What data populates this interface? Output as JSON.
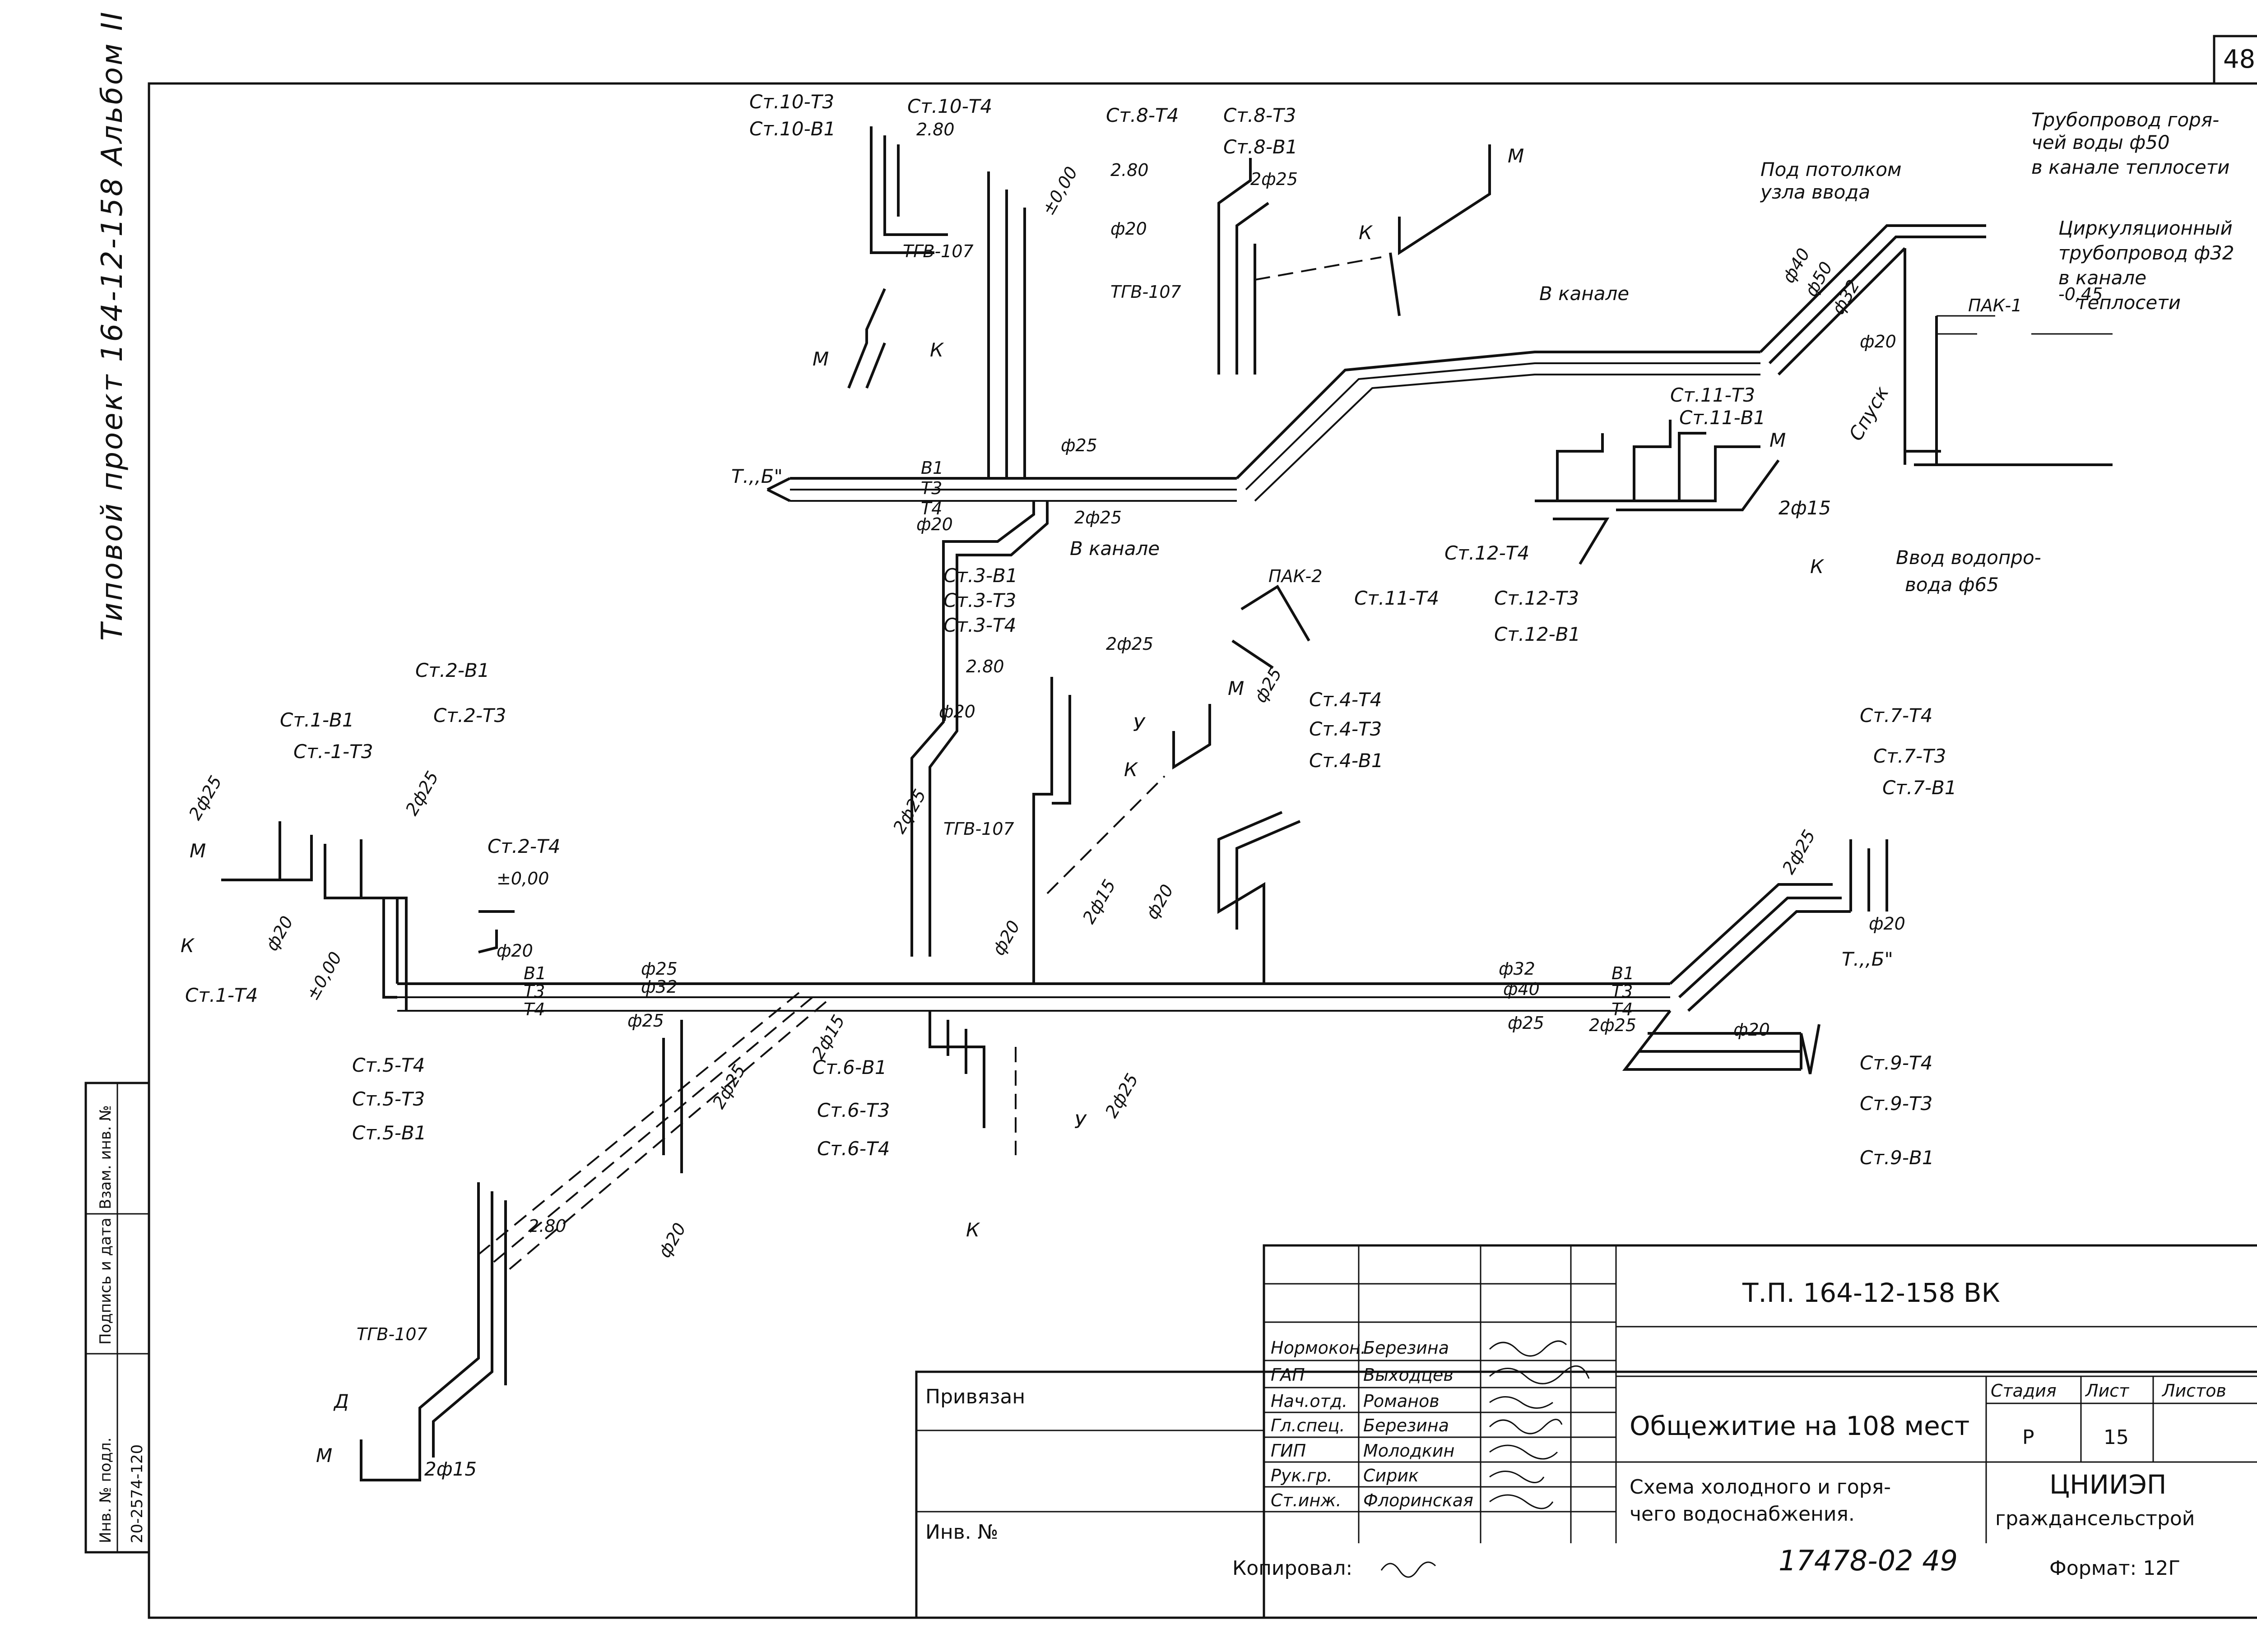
{
  "sheet": {
    "number": "48",
    "side_title": "Типовой проект 164-12-158 Альбом II",
    "side_stamp": {
      "col1": "Инв. № подл.",
      "col2": "Подпись и дата",
      "col3": "Взам. инв. №",
      "inv_value": "20-2574-120"
    }
  },
  "labels": {
    "st10_t3": "Ст.10-Т3",
    "st10_b1": "Ст.10-В1",
    "st10_t4": "Ст.10-Т4",
    "h280_a": "2.80",
    "zero_a": "±0,00",
    "tgv_a": "ТГВ-107",
    "st8_t4": "Ст.8-Т4",
    "st8_t3": "Ст.8-Т3",
    "st8_b1": "Ст.8-В1",
    "h280_b": "2.80",
    "d2_25_a": "2ф25",
    "d20_a": "ф20",
    "tgv_b": "ТГВ-107",
    "under_ceiling_1": "Под потолком",
    "under_ceiling_2": "узла ввода",
    "hot_pipe_1": "Трубопровод горя-",
    "hot_pipe_2": "чей воды ф50",
    "hot_pipe_3": "в канале теплосети",
    "circ_1": "Циркуляционный",
    "circ_2": "трубопровод ф32",
    "circ_3": "в канале",
    "circ_4": "теплосети",
    "in_channel_a": "В канале",
    "in_channel_b": "В канале",
    "minus045": "-0,45",
    "pak1": "ПАК-1",
    "spusk": "Спуск",
    "t_b_a": "Т.,,Б\"",
    "t_b_b": "Т.,,Б\"",
    "d40_a": "ф40",
    "d50": "ф50",
    "d32_a": "ф32",
    "d20_b": "ф20",
    "d25_a": "ф25",
    "d2_25_b": "2ф25",
    "d20_c": "ф20",
    "st11_t3": "Ст.11-Т3",
    "st11_b1": "Ст.11-В1",
    "st11_t4": "Ст.11-Т4",
    "st12_t4": "Ст.12-Т4",
    "st12_t3": "Ст.12-Т3",
    "st12_b1": "Ст.12-В1",
    "d2_15_a": "2ф15",
    "vvod_1": "Ввод водопро-",
    "vvod_2": "вода ф65",
    "pak2": "ПАК-2",
    "st3_b1": "Ст.3-В1",
    "st3_t3": "Ст.3-Т3",
    "st3_t4": "Ст.3-Т4",
    "h280_c": "2.80",
    "d2_25_c": "2ф25",
    "d20_d": "ф20",
    "tgv_c": "ТГВ-107",
    "d25_b": "ф25",
    "st4_t4": "Ст.4-Т4",
    "st4_t3": "Ст.4-Т3",
    "st4_b1": "Ст.4-В1",
    "st2_b1": "Ст.2-В1",
    "st2_t3": "Ст.2-Т3",
    "st1_b1": "Ст.1-В1",
    "st1_t3": "Ст.-1-Т3",
    "st2_t4": "Ст.2-Т4",
    "zero_b": "±0,00",
    "zero_c": "±0,00",
    "st1_t4": "Ст.1-Т4",
    "d2_25_d": "2ф25",
    "d2_25_e": "2ф25",
    "d20_e": "ф20",
    "d20_f": "ф20",
    "d25_c": "ф25",
    "d32_b": "ф32",
    "d25_d": "ф25",
    "d32_c": "ф32",
    "d40_b": "ф40",
    "d25_e": "ф25",
    "st7_t4": "Ст.7-Т4",
    "st7_t3": "Ст.7-Т3",
    "st7_b1": "Ст.7-В1",
    "d2_25_f": "2ф25",
    "d20_g": "ф20",
    "st5_t4": "Ст.5-Т4",
    "st5_t3": "Ст.5-Т3",
    "st5_b1": "Ст.5-В1",
    "h280_d": "2.80",
    "tgv_d": "ТГВ-107",
    "d2_15_b": "2ф15",
    "st6_b1": "Ст.6-В1",
    "st6_t3": "Ст.6-Т3",
    "st6_t4": "Ст.6-Т4",
    "d2_25_g": "2ф25",
    "d20_h": "ф20",
    "st9_t4": "Ст.9-Т4",
    "st9_t3": "Ст.9-Т3",
    "st9_b1": "Ст.9-В1",
    "d2_25_h": "2ф25",
    "d20_i": "ф20",
    "d2_25_i": "2ф25",
    "d20_j": "ф20",
    "d2_15_c": "2ф15",
    "d15_a": "2ф15",
    "d20_k": "ф20",
    "d25_f": "2ф25"
  },
  "pipe_codes": {
    "b1": "В1",
    "t3": "Т3",
    "t4": "Т4"
  },
  "fixtures": {
    "m": "М",
    "d": "Д",
    "u": "У",
    "k": "К"
  },
  "title_block": {
    "project_code": "Т.П. 164-12-158 ВК",
    "building": "Общежитие на 108 мест",
    "drawing_1": "Схема холодного и горя-",
    "drawing_2": "чего водоснабжения.",
    "org_1": "ЦНИИЭП",
    "org_2": "граждансельстрой",
    "stage_h": "Стадия",
    "sheet_h": "Лист",
    "sheets_h": "Листов",
    "stage": "Р",
    "sheet": "15",
    "bound": "Привязан",
    "inv": "Инв. №",
    "roles": [
      {
        "role": "Нормокон.",
        "name": "Березина"
      },
      {
        "role": "ГАП",
        "name": "Выходцев"
      },
      {
        "role": "Нач.отд.",
        "name": "Романов"
      },
      {
        "role": "Гл.спец.",
        "name": "Березина"
      },
      {
        "role": "ГИП",
        "name": "Молодкин"
      },
      {
        "role": "Рук.гр.",
        "name": "Сирик"
      },
      {
        "role": "Ст.инж.",
        "name": "Флоринская"
      }
    ]
  },
  "footer": {
    "copied": "Копировал:",
    "doc_no": "17478-02 49",
    "format": "Формат: 12Г"
  }
}
